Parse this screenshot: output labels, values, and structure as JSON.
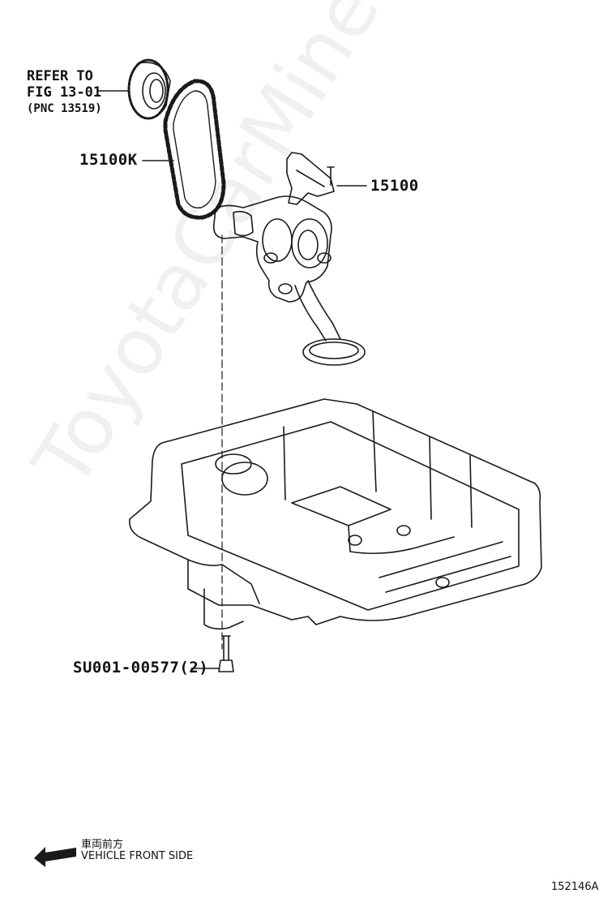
{
  "labels": {
    "refer_line1": "REFER TO",
    "refer_line2": "FIG 13-01",
    "refer_line3": "(PNC 13519)",
    "chain_part": "15100K",
    "pump_part": "15100",
    "bolt_part": "SU001-00577(2)",
    "front_jp": "車両前方",
    "front_en": "VEHICLE FRONT SIDE",
    "figure_number": "152146A"
  },
  "watermark": "ToyotaCarMine.ru",
  "colors": {
    "line": "#1a1a1a",
    "watermark": "#000000"
  }
}
